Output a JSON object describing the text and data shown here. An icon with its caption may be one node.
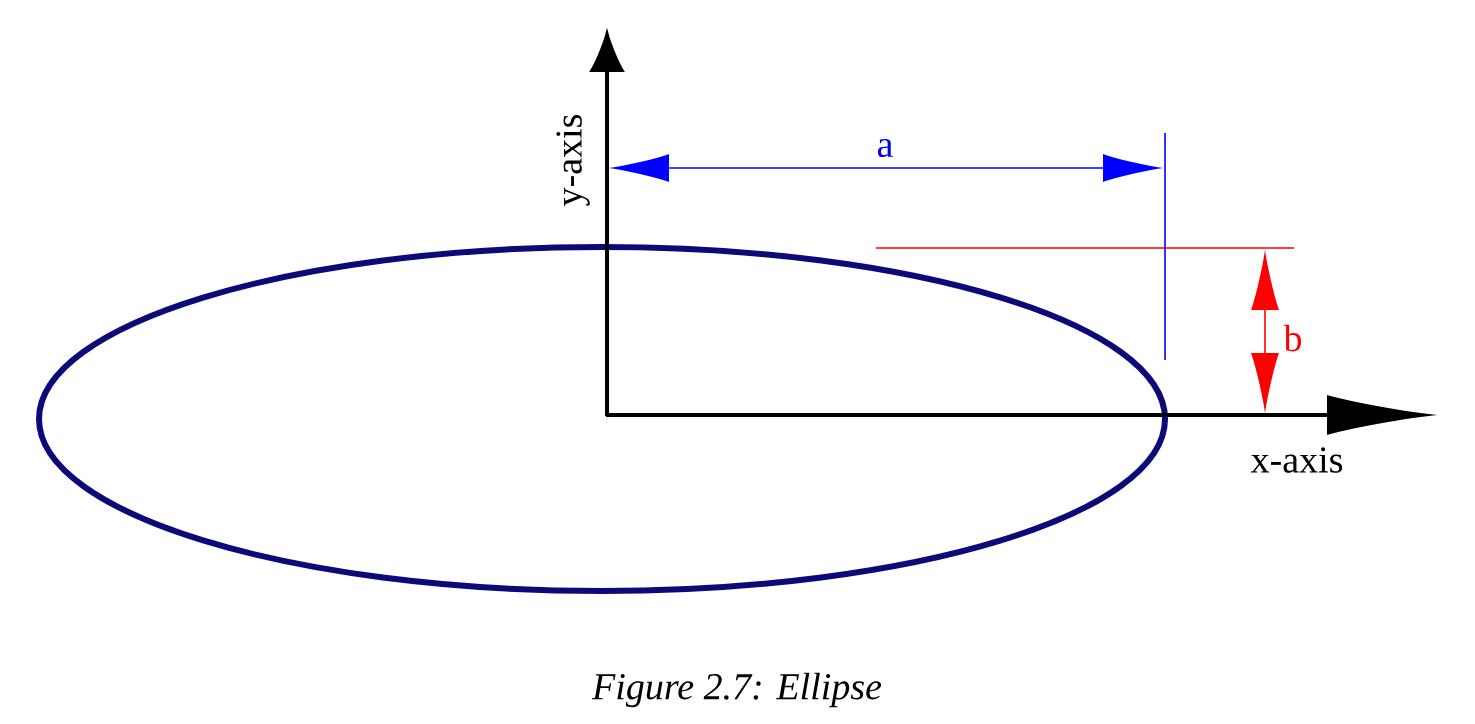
{
  "diagram": {
    "caption": "Figure 2.7: Ellipse",
    "labels": [
      "y-axis",
      "a",
      "b",
      "x-axis"
    ]
  }
}
